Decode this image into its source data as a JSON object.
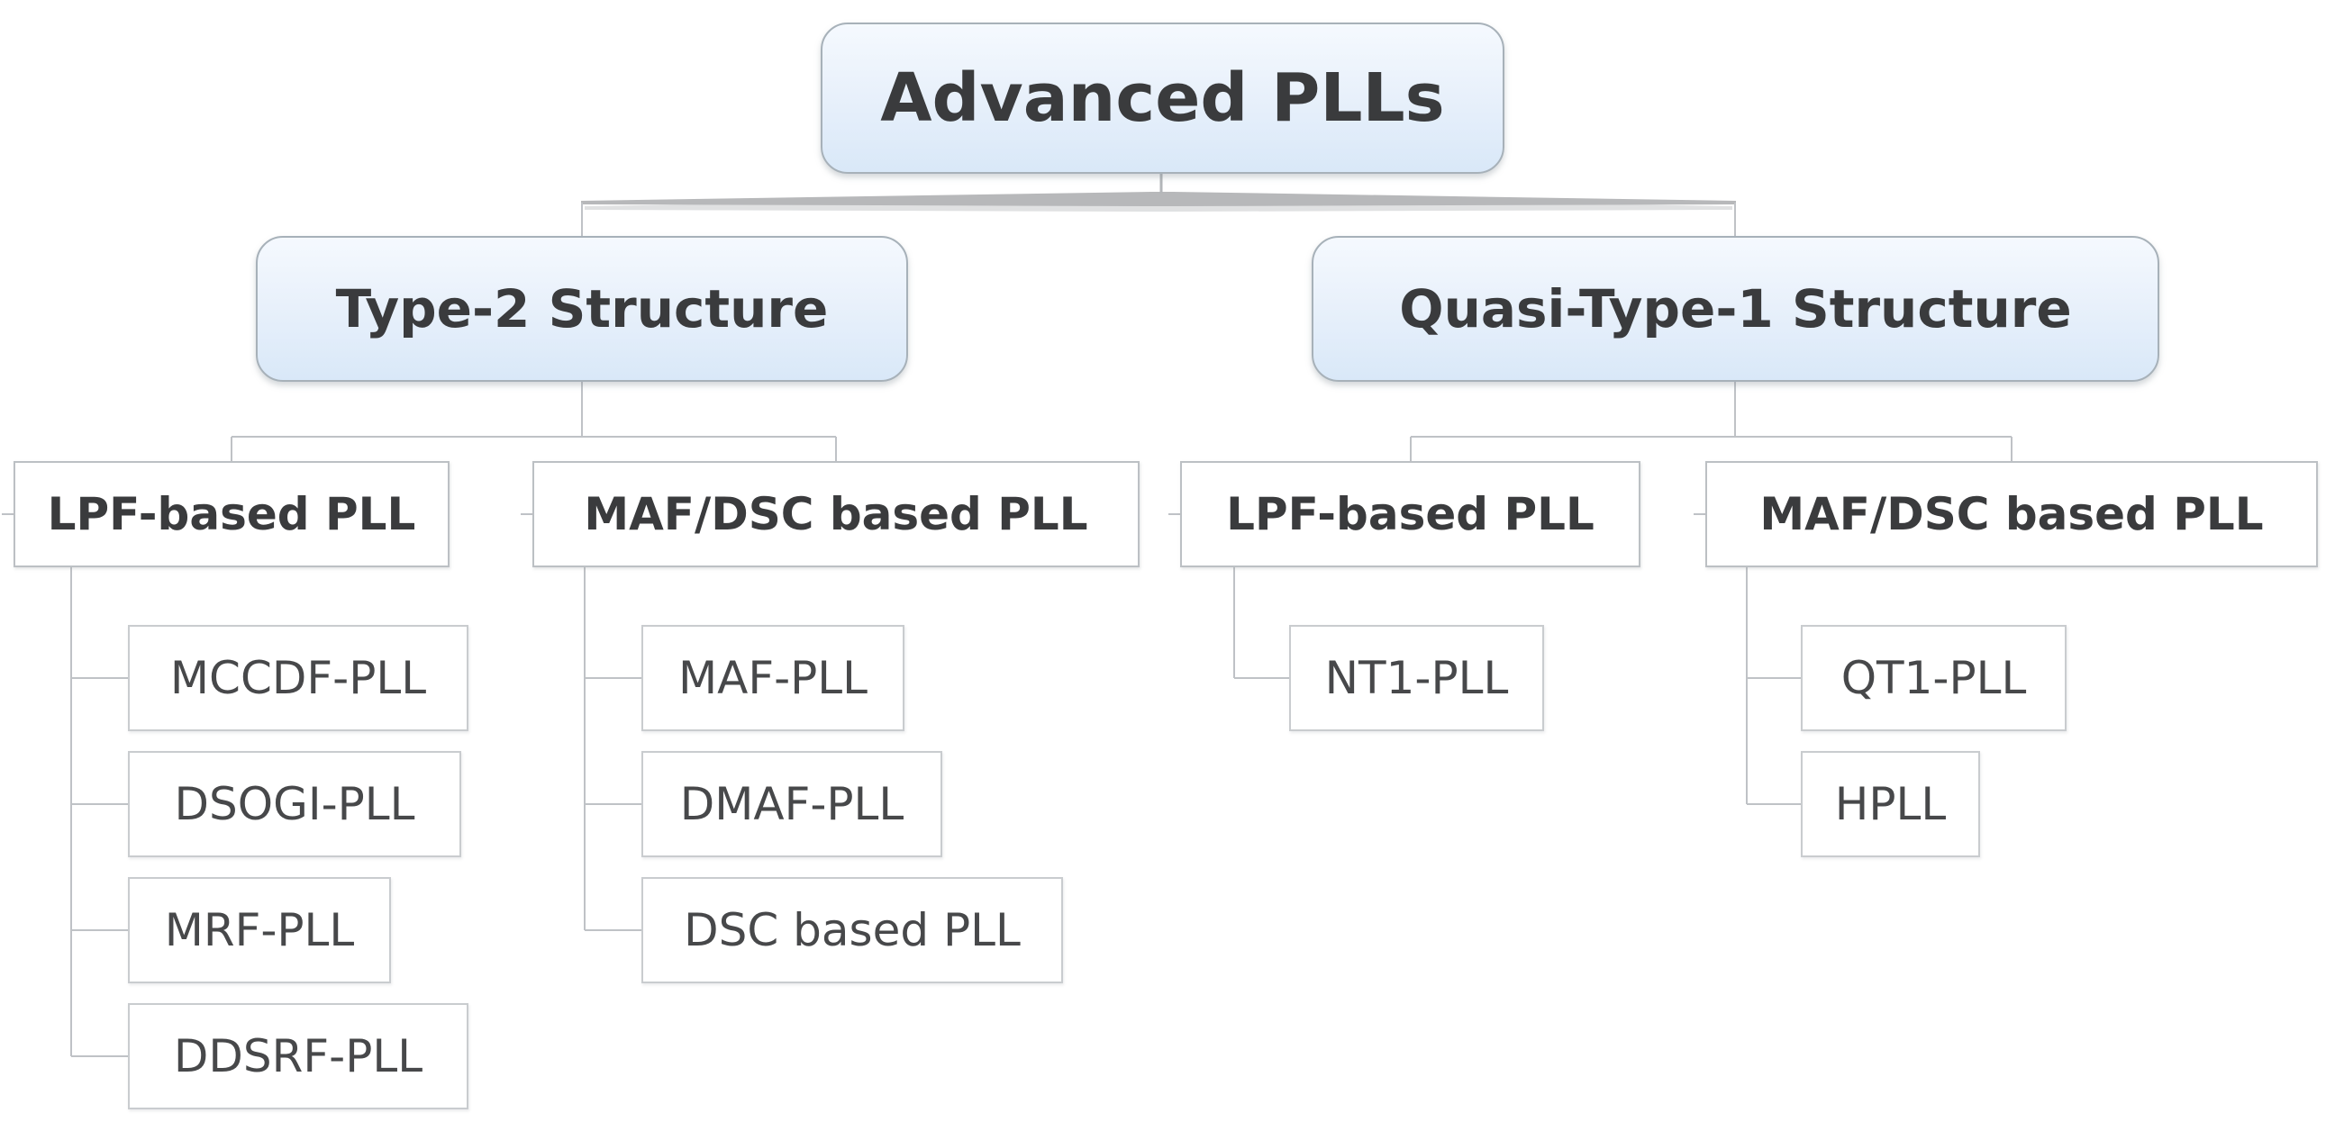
{
  "colors": {
    "background": "#ffffff",
    "branch_fill_top": "#f5f9fe",
    "branch_fill_bottom": "#d9e8f8",
    "branch_border": "#a7b1b9",
    "leaf_border": "#c9cccf",
    "bold_box_border": "#bcc0c4",
    "heading_text": "#3a3b3d",
    "leaf_text": "#47484a",
    "connector_line": "#bfc2c6",
    "trunk_band": "#b7b8ba"
  },
  "tree": {
    "label": "Advanced PLLs",
    "children": [
      {
        "label": "Type-2 Structure",
        "children": [
          {
            "label": "LPF-based PLL",
            "children": [
              {
                "label": "MCCDF-PLL"
              },
              {
                "label": "DSOGI-PLL"
              },
              {
                "label": "MRF-PLL"
              },
              {
                "label": "DDSRF-PLL"
              }
            ]
          },
          {
            "label": "MAF/DSC based PLL",
            "children": [
              {
                "label": "MAF-PLL"
              },
              {
                "label": "DMAF-PLL"
              },
              {
                "label": "DSC based PLL"
              }
            ]
          }
        ]
      },
      {
        "label": "Quasi-Type-1 Structure",
        "children": [
          {
            "label": "LPF-based PLL",
            "children": [
              {
                "label": "NT1-PLL"
              }
            ]
          },
          {
            "label": "MAF/DSC based PLL",
            "children": [
              {
                "label": "QT1-PLL"
              },
              {
                "label": "HPLL"
              }
            ]
          }
        ]
      }
    ]
  }
}
